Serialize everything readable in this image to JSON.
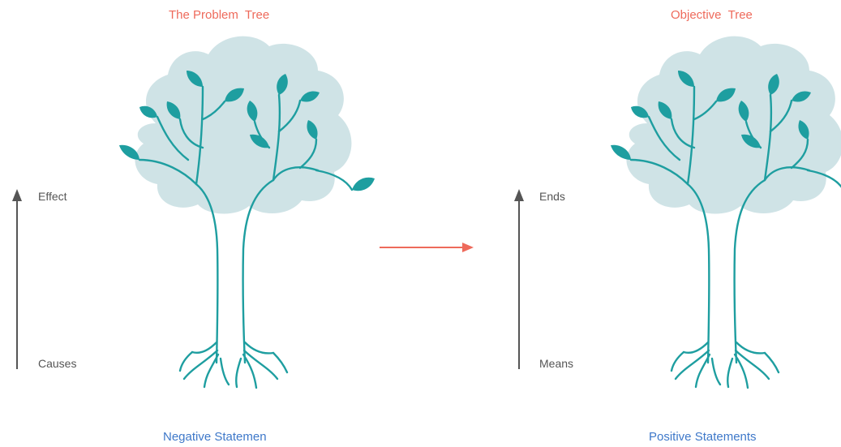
{
  "left_panel": {
    "title": "The Problem  Tree",
    "axis_top_label": "Effect",
    "axis_bottom_label": "Causes",
    "caption": "Negative Statemen"
  },
  "right_panel": {
    "title": "Objective  Tree",
    "axis_top_label": "Ends",
    "axis_bottom_label": "Means",
    "caption": "Positive Statements"
  },
  "colors": {
    "title": "#ee6a5b",
    "caption": "#3e78c9",
    "transform_arrow": "#ee6a5b",
    "axis_arrow": "#555555",
    "canopy": "#cfe3e6",
    "trunk": "#1e9ea0",
    "leaf": "#1e9ea0"
  },
  "icons": {
    "tree": "tree-icon",
    "transform_arrow": "arrow-right-icon",
    "axis_arrow": "arrow-up-icon"
  }
}
